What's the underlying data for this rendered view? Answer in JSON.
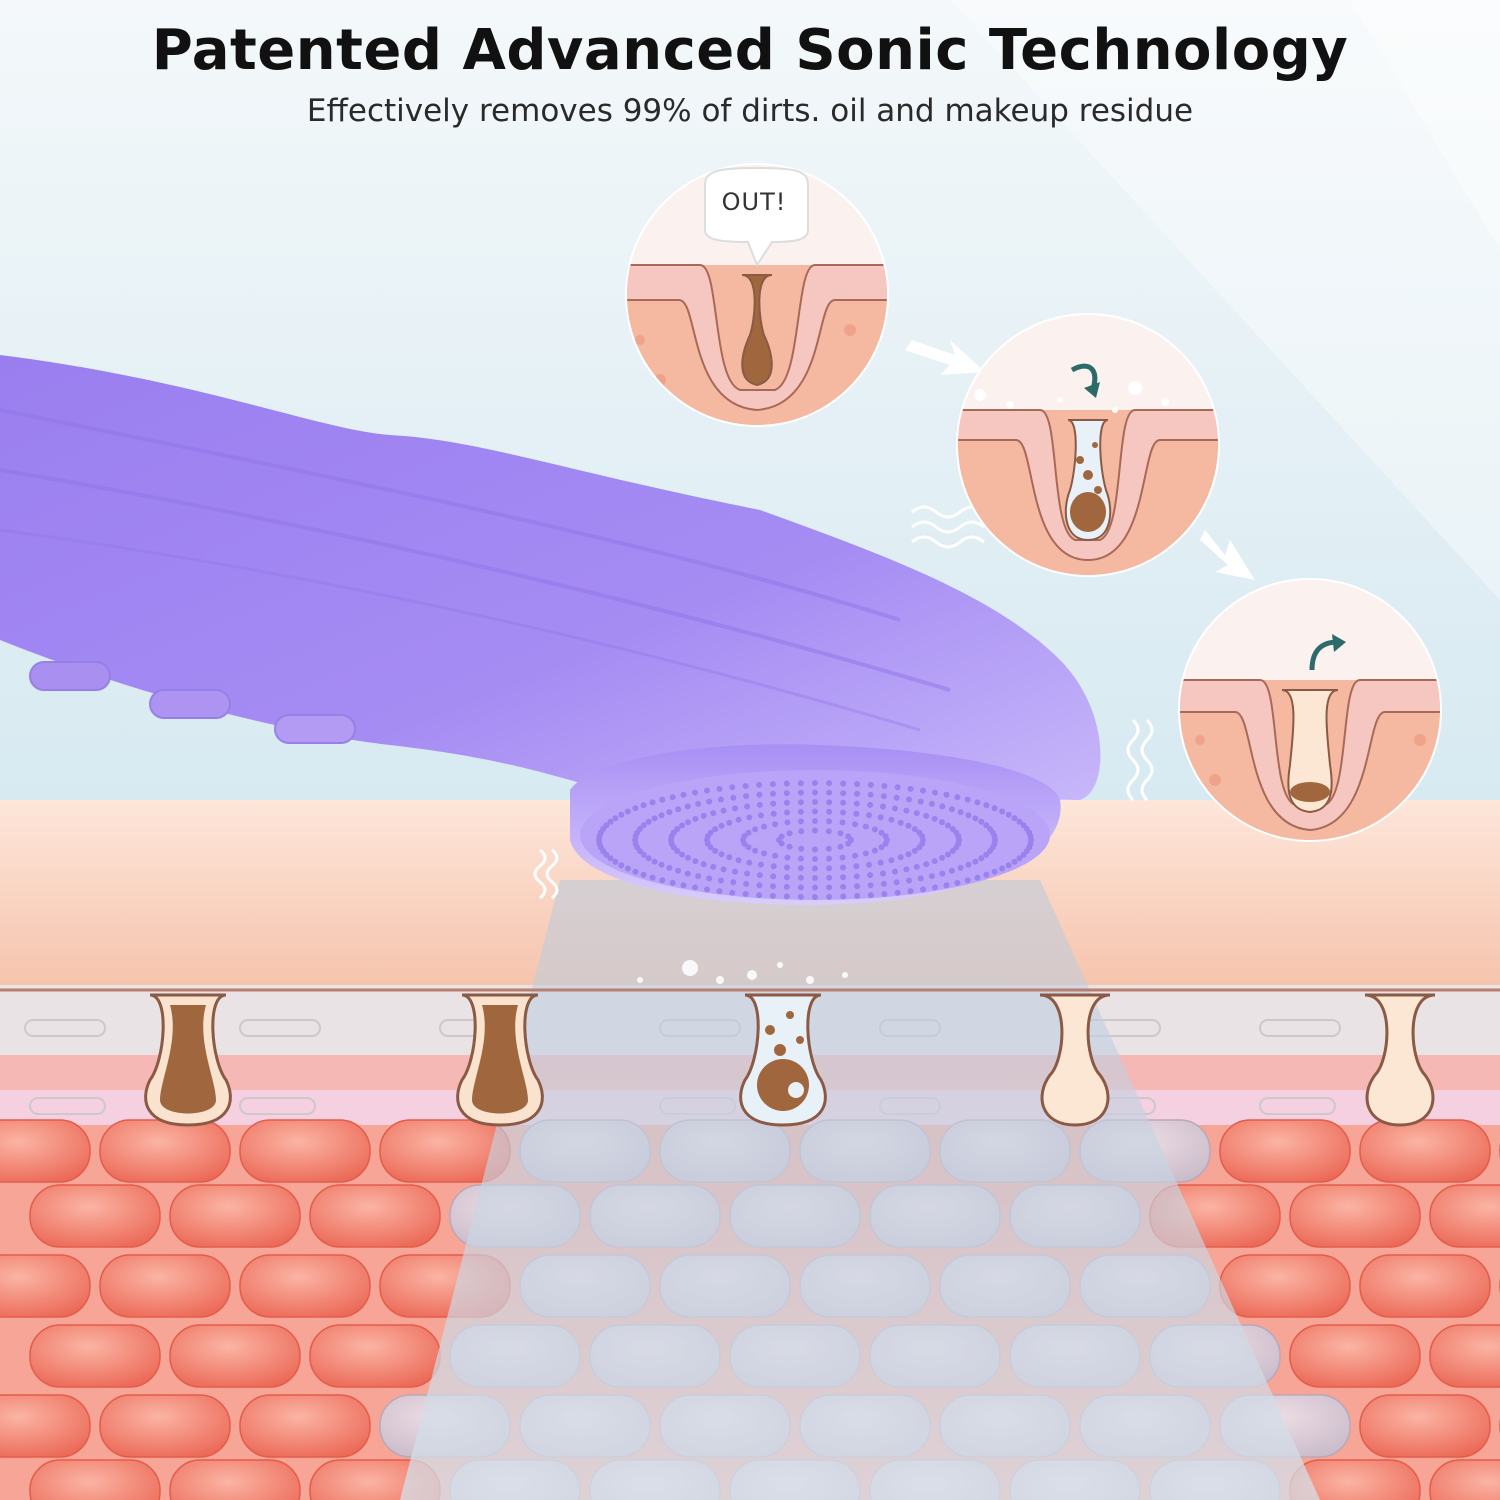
{
  "header": {
    "title": "Patented Advanced Sonic Technology",
    "subtitle": "Effectively removes 99% of dirts. oil and makeup residue"
  },
  "steps": {
    "callout": "OUT!"
  },
  "colors": {
    "background": "#dcecf3",
    "device_purple": "#a98ff0",
    "skin_pink": "#f3c2b8",
    "tissue_red": "#f08070",
    "dirt_brown": "#a0673f"
  }
}
